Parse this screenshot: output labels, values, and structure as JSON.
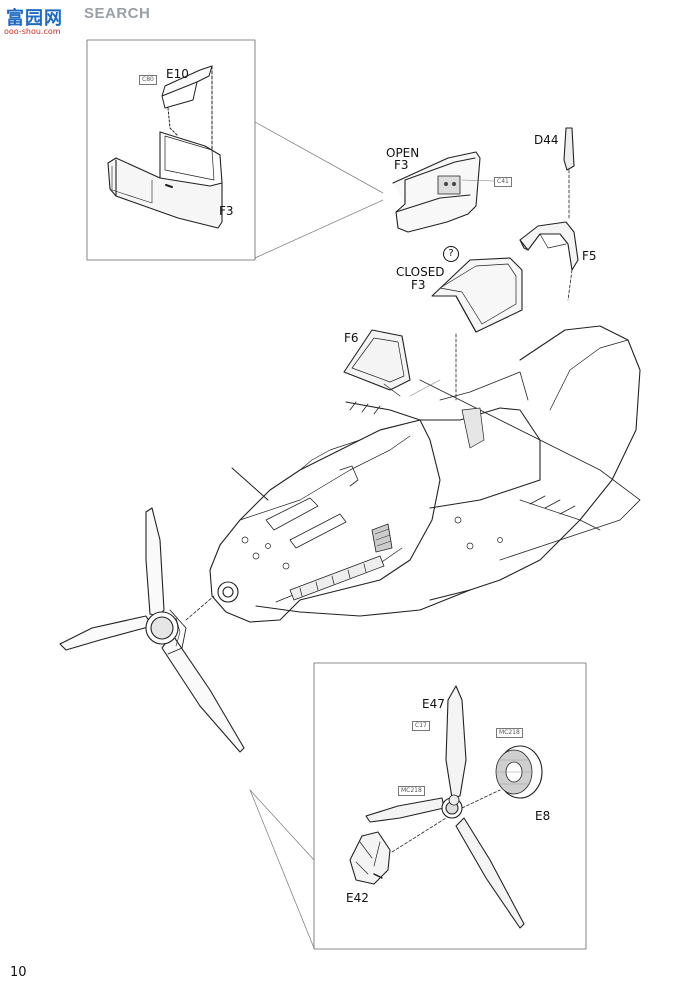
{
  "watermark": {
    "site_cn": "富园网",
    "site_en": "SEARCH",
    "url": "ooo-shou.com"
  },
  "page_number": "10",
  "labels": {
    "e10": "E10",
    "f3_detail": "F3",
    "open_title": "OPEN",
    "open_part": "F3",
    "d44": "D44",
    "closed_title": "CLOSED",
    "closed_part": "F3",
    "f5": "F5",
    "f6": "F6",
    "e47": "E47",
    "e8": "E8",
    "e42": "E42",
    "question": "?"
  },
  "color_tags": {
    "c80": "C80",
    "c41": "C41",
    "c17": "C17",
    "mc218_a": "MC218",
    "mc218_b": "MC218"
  }
}
